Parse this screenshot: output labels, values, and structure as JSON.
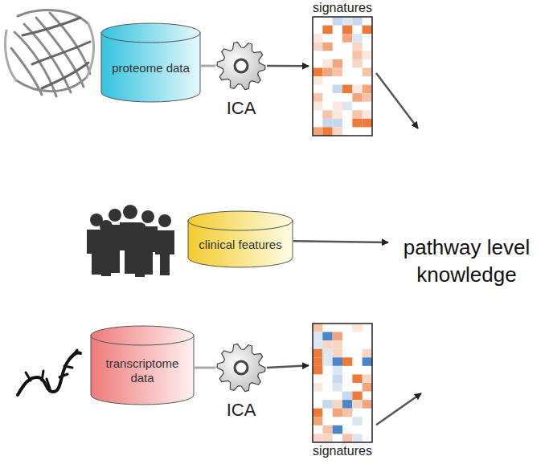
{
  "diagram": {
    "nodes": [
      {
        "text": [
          "proteome data"
        ]
      },
      {
        "text": [
          "ICA"
        ]
      },
      {
        "text": [
          "signatures"
        ]
      },
      {
        "text": [
          "clinical features"
        ]
      },
      {
        "text": [
          "pathway level knowledge"
        ]
      },
      {
        "text": [
          "transcriptome data"
        ]
      },
      {
        "text": [
          "ICA"
        ]
      },
      {
        "text": [
          "signatures"
        ]
      }
    ],
    "edges": [
      {
        "from": 0,
        "to": 1,
        "arrow": "none"
      },
      {
        "from": 1,
        "to": 2,
        "arrow": "to"
      },
      {
        "from": 2,
        "to": 4,
        "arrow": "to"
      },
      {
        "from": 3,
        "to": 4,
        "arrow": "to"
      },
      {
        "from": 5,
        "to": 6,
        "arrow": "none"
      },
      {
        "from": 6,
        "to": 7,
        "arrow": "to"
      },
      {
        "from": 7,
        "to": 4,
        "arrow": "to"
      }
    ]
  }
}
